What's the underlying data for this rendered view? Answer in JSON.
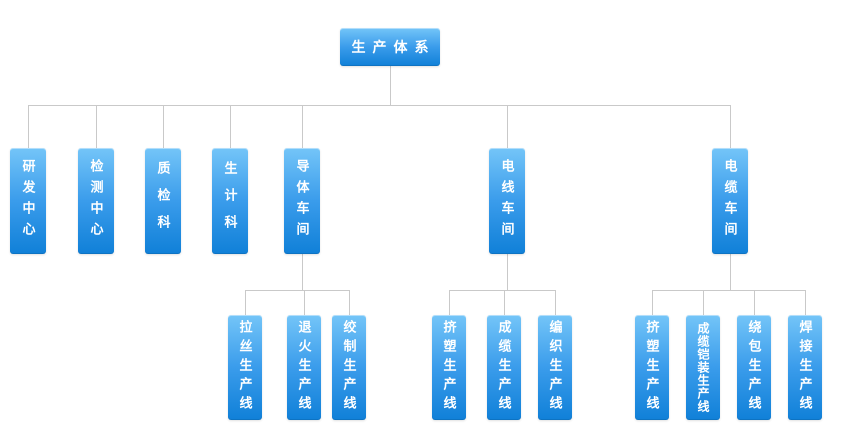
{
  "org_chart": {
    "root": "生产体系",
    "level2": [
      "研发中心",
      "检测中心",
      "质检科",
      "生计科",
      "导体车间",
      "电线车间",
      "电缆车间"
    ],
    "level3": {
      "conductor_workshop": [
        "拉丝生产线",
        "退火生产线",
        "绞制生产线"
      ],
      "wire_workshop": [
        "挤塑生产线",
        "成缆生产线",
        "编织生产线"
      ],
      "cable_workshop": [
        "挤塑生产线",
        "成缆铠装生产线",
        "绕包生产线",
        "焊接生产线"
      ]
    }
  },
  "colors": {
    "box_gradient_top": "#74c5f8",
    "box_gradient_bottom": "#1080d8",
    "box_text": "#ffffff",
    "connector_line": "#c9c9c9",
    "background": "#ffffff"
  }
}
